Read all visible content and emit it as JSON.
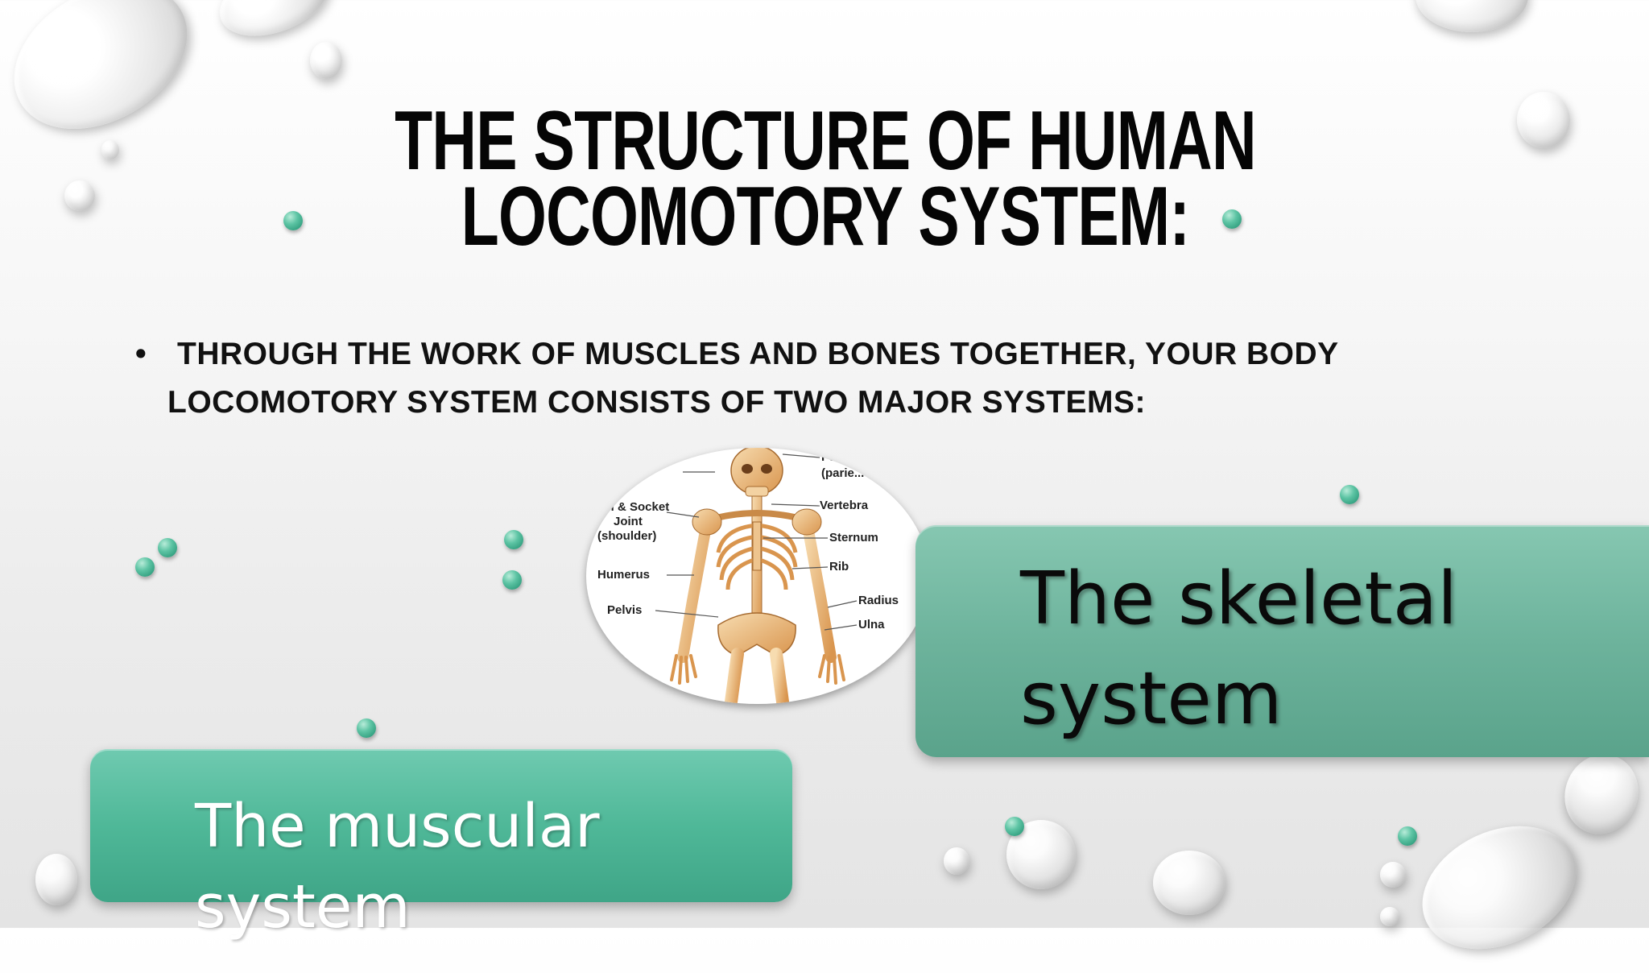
{
  "slide": {
    "title_line1": "THE STRUCTURE OF HUMAN",
    "title_line2": "LOCOMOTORY SYSTEM:",
    "bullet_symbol": "•",
    "bullet_text": "THROUGH THE WORK OF MUSCLES AND BONES TOGETHER, YOUR BODY LOCOMOTORY SYSTEM CONSISTS OF TWO MAJOR SYSTEMS:"
  },
  "skeleton_image": {
    "labels": {
      "top_right": "Fo...",
      "parietal": "(parie...",
      "ball_socket": "...ll & Socket",
      "joint": "Joint",
      "shoulder": "(shoulder)",
      "humerus": "Humerus",
      "pelvis": "Pelvis",
      "vertebra": "Vertebra",
      "sternum": "Sternum",
      "rib": "Rib",
      "radius": "Radius",
      "ulna": "Ulna"
    }
  },
  "boxes": {
    "skeletal_line1": "The skeletal",
    "skeletal_line2": "system",
    "muscular": "The muscular system"
  },
  "colors": {
    "box_green": "#6db39c",
    "box_green_bright": "#4fb898",
    "dot_teal": "#2d9b7b",
    "title": "#050505"
  }
}
